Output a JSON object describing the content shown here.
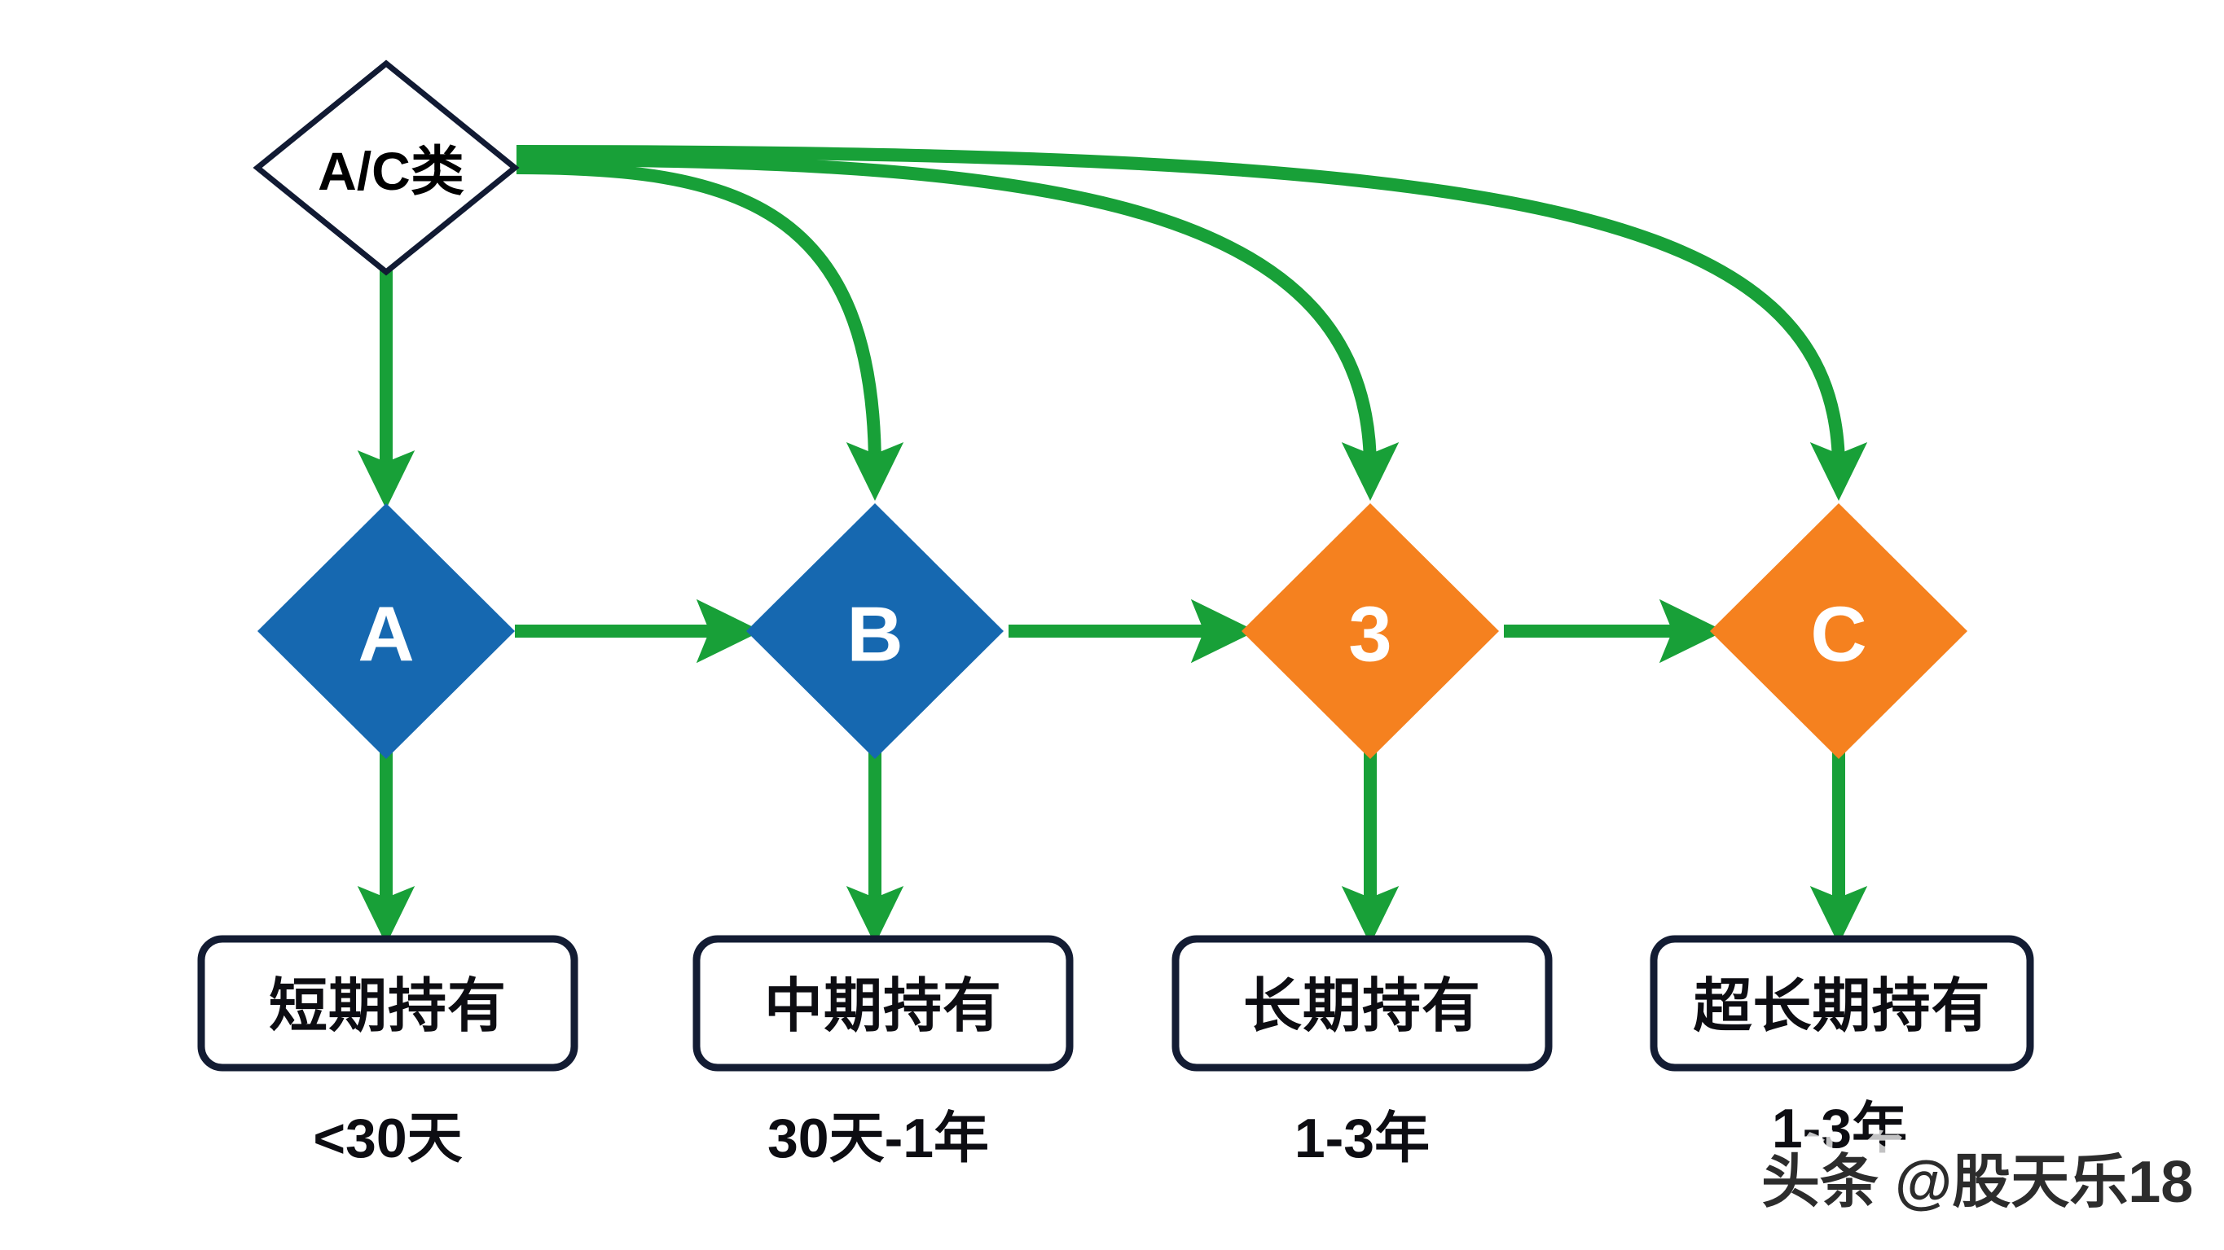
{
  "diagram": {
    "title_node": {
      "label": "A/C类",
      "shape": "diamond",
      "fill": "#ffffff",
      "stroke": "#111a33"
    },
    "accent_colors": {
      "blue": "#1668b0",
      "orange": "#f5811f",
      "green_arrow": "#18a038",
      "box_stroke": "#131c33",
      "text_dark": "#0d0d12",
      "text_light": "#ffffff"
    },
    "stages": [
      {
        "id": "stage-a",
        "node_label": "A",
        "node_fill": "#1668b0",
        "box_label": "短期持有",
        "caption": "<30天"
      },
      {
        "id": "stage-b",
        "node_label": "B",
        "node_fill": "#1668b0",
        "box_label": "中期持有",
        "caption": "30天-1年"
      },
      {
        "id": "stage-3",
        "node_label": "3",
        "node_fill": "#f5811f",
        "box_label": "长期持有",
        "caption": "1-3年"
      },
      {
        "id": "stage-c",
        "node_label": "C",
        "node_fill": "#f5811f",
        "box_label": "超长期持有",
        "caption": "1-3年"
      }
    ],
    "watermark": {
      "text": "头条 @股天乐18",
      "ghost_text": "头条 @股天乐18"
    }
  }
}
